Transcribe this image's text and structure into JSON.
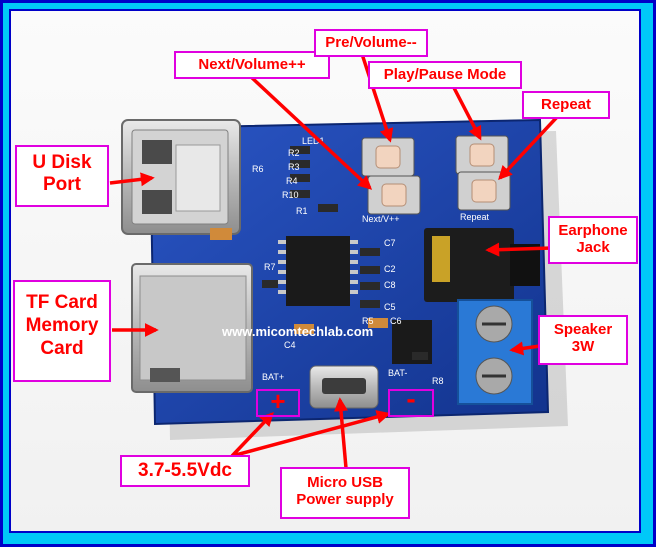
{
  "pcb": {
    "silk_leds": "LED1",
    "silk_r2": "R2",
    "silk_r3": "R3",
    "silk_r4": "R4",
    "silk_r6": "R6",
    "silk_r10": "R10",
    "silk_r1": "R1",
    "silk_r7": "R7",
    "silk_c7": "C7",
    "silk_c2": "C2",
    "silk_c8": "C8",
    "silk_c5": "C5",
    "silk_r5": "R5",
    "silk_c6": "C6",
    "silk_c4": "C4",
    "silk_r8": "R8",
    "silk_next": "Next/V++",
    "silk_repeat": "Repeat",
    "silk_batp": "BAT+",
    "silk_batn": "BAT-",
    "watermark": "www.micomtechlab.com"
  },
  "labels": {
    "next_volume": "Next/Volume++",
    "pre_volume": "Pre/Volume--",
    "play_pause": "Play/Pause Mode",
    "repeat": "Repeat",
    "udisk_line1": "U Disk",
    "udisk_line2": "Port",
    "earphone_line1": "Earphone",
    "earphone_line2": "Jack",
    "tfcard_line1": "TF Card",
    "tfcard_line2": "Memory",
    "tfcard_line3": "Card",
    "speaker_line1": "Speaker",
    "speaker_line2": "3W",
    "voltage": "3.7-5.5Vdc",
    "usb_line1": "Micro USB",
    "usb_line2": "Power supply",
    "plus": "+",
    "minus": "-"
  },
  "colors": {
    "frame": "#00c8f8",
    "frame_border": "#0000c8",
    "pcb": "#1b3fa3",
    "label_border": "#e000e0",
    "label_text": "#ff0000",
    "arrow": "#ff0000"
  }
}
